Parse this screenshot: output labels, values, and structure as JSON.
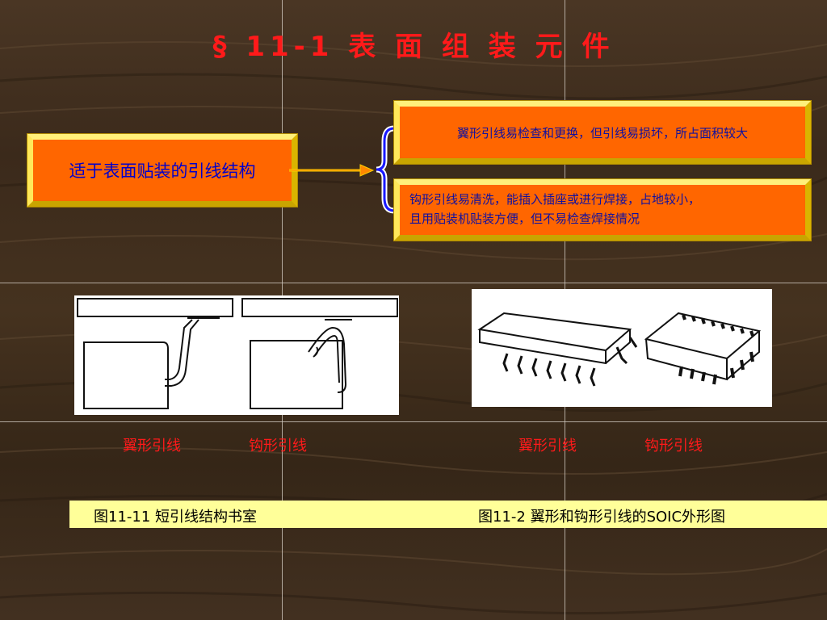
{
  "slide": {
    "title": "§ 11-1  表 面 组 装 元 件",
    "main_box": "适于表面贴装的引线结构",
    "box1": "翼形引线易检查和更换，但引线易损坏，所占面积较大",
    "box2_line1": "钩形引线易清洗，能插入插座或进行焊接，占地较小，",
    "box2_line2": "且用贴装机贴装方便，但不易检查焊接情况",
    "fig1_label_gullwing": "翼形引线",
    "fig1_label_jlead": "钩形引线",
    "fig2_label_gullwing": "翼形引线",
    "fig2_label_jlead": "钩形引线",
    "caption1": "图11-11  短引线结构书室",
    "caption2": "图11-2  翼形和钩形引线的SOIC外形图"
  },
  "colors": {
    "title": "#ff1a1a",
    "box_fill": "#ff6600",
    "box_border": "#ffe033",
    "main_text": "#0000cc",
    "label": "#ff1a1a",
    "caption_bar": "#ffff99"
  }
}
